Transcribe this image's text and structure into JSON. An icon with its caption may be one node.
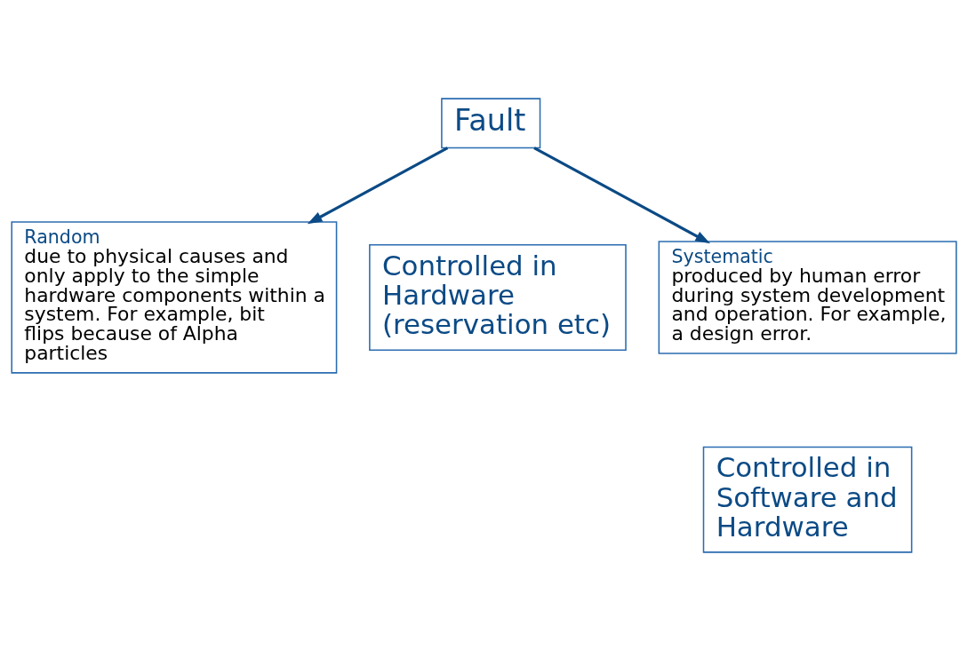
{
  "diagram": {
    "nodes": [
      {
        "text": [
          "Fault"
        ]
      },
      {
        "text": [
          "Random",
          "due to physical causes and only apply to the simple hardware components within a system. For example, bit flips because of Alpha particles"
        ]
      },
      {
        "text": [
          "Controlled in Hardware (reservation etc)"
        ]
      },
      {
        "text": [
          "Systematic",
          "produced by human error during system development and operation. For example, a design error."
        ]
      },
      {
        "text": [
          "Controlled in Software and Hardware"
        ]
      }
    ],
    "edges": [
      {
        "from": 0,
        "to": 1,
        "arrow": "to"
      },
      {
        "from": 0,
        "to": 3,
        "arrow": "to"
      }
    ]
  }
}
